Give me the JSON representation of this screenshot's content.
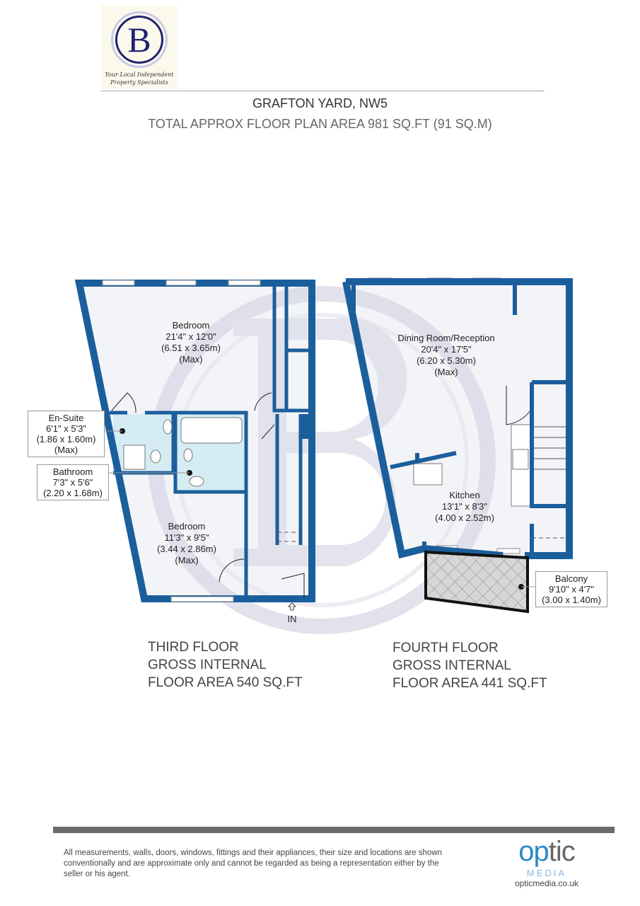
{
  "logo": {
    "letter": "B",
    "tagline_1": "Your Local Independent",
    "tagline_2": "Property Specialists"
  },
  "header": {
    "title": "GRAFTON YARD, NW5",
    "subtitle": "TOTAL APPROX FLOOR PLAN AREA 981 SQ.FT (91 SQ.M)"
  },
  "colors": {
    "wall": "#1b5e9c",
    "wet_room": "#d5ecf3",
    "watermark": "#d9d9e8"
  },
  "third_floor": {
    "rooms": [
      {
        "name": "Bedroom",
        "imperial": "21'4\" x 12'0\"",
        "metric": "(6.51 x 3.65m)",
        "note": "(Max)"
      },
      {
        "name": "Bedroom",
        "imperial": "11'3\" x 9'5\"",
        "metric": "(3.44 x 2.86m)",
        "note": "(Max)"
      }
    ],
    "callouts": [
      {
        "name": "En-Suite",
        "imperial": "6'1\" x 5'3\"",
        "metric": "(1.86 x 1.60m)",
        "note": "(Max)"
      },
      {
        "name": "Bathroom",
        "imperial": "7'3\" x 5'6\"",
        "metric": "(2.20 x 1.68m)"
      }
    ],
    "entrance": "IN",
    "label": {
      "line1": "THIRD FLOOR",
      "line2": "GROSS INTERNAL",
      "line3": "FLOOR AREA 540 SQ.FT"
    }
  },
  "fourth_floor": {
    "rooms": [
      {
        "name": "Dining Room/Reception",
        "imperial": "20'4\" x 17'5\"",
        "metric": "(6.20 x 5.30m)",
        "note": "(Max)"
      },
      {
        "name": "Kitchen",
        "imperial": "13'1\" x 8'3\"",
        "metric": "(4.00 x 2.52m)"
      }
    ],
    "callouts": [
      {
        "name": "Balcony",
        "imperial": "9'10\" x 4'7\"",
        "metric": "(3.00 x 1.40m)"
      }
    ],
    "label": {
      "line1": "FOURTH FLOOR",
      "line2": "GROSS INTERNAL",
      "line3": "FLOOR AREA 441 SQ.FT"
    }
  },
  "footer": {
    "legal": "All measurements, walls, doors, windows, fittings and their appliances, their size and locations are shown conventionally and are approximate only and cannot be regarded as being a representation either by the seller or his agent.",
    "brand_a": "op",
    "brand_b": "tic",
    "brand_media": "MEDIA",
    "url": "opticmedia.co.uk"
  }
}
